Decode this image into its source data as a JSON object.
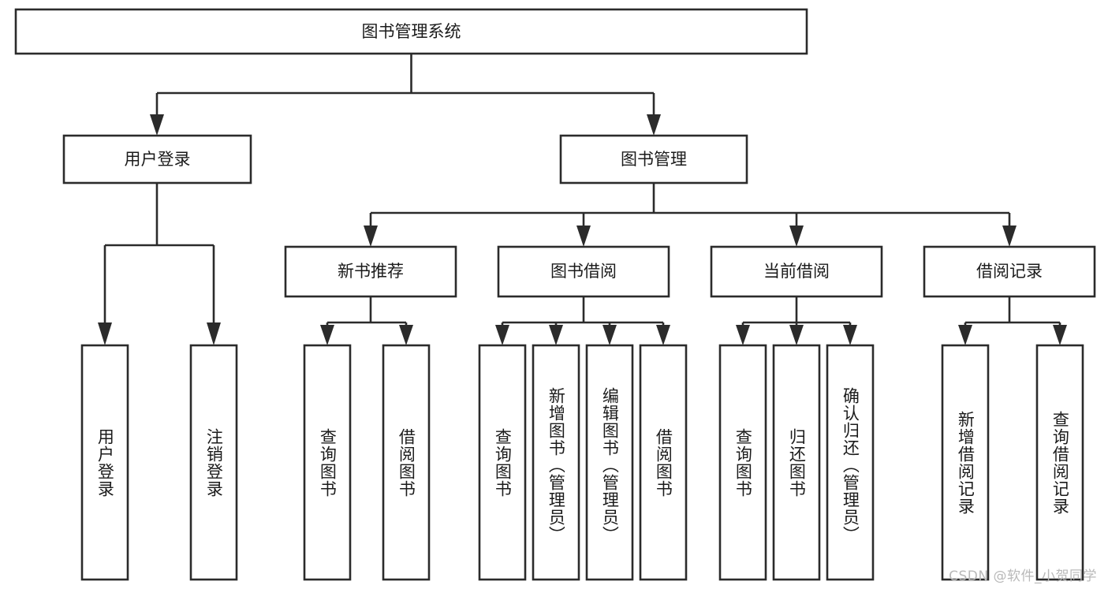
{
  "diagram": {
    "title_node": {
      "label": "图书管理系统"
    },
    "level2": [
      {
        "id": "user-login",
        "label": "用户登录"
      },
      {
        "id": "book-manage",
        "label": "图书管理"
      }
    ],
    "level3": [
      {
        "id": "new-book-recommend",
        "label": "新书推荐"
      },
      {
        "id": "book-borrow",
        "label": "图书借阅"
      },
      {
        "id": "current-borrow",
        "label": "当前借阅"
      },
      {
        "id": "borrow-record",
        "label": "借阅记录"
      }
    ],
    "leaves": {
      "user_login": [
        {
          "id": "leaf-user-login",
          "label": "用户登录"
        },
        {
          "id": "leaf-logout-login",
          "label": "注销登录"
        }
      ],
      "new_book_recommend": [
        {
          "id": "leaf-query-book-1",
          "label": "查询图书"
        },
        {
          "id": "leaf-borrow-book-1",
          "label": "借阅图书"
        }
      ],
      "book_borrow": [
        {
          "id": "leaf-query-book-2",
          "label": "查询图书"
        },
        {
          "id": "leaf-add-book",
          "label": "新增图书（管理员）"
        },
        {
          "id": "leaf-edit-book",
          "label": "编辑图书（管理员）"
        },
        {
          "id": "leaf-borrow-book-2",
          "label": "借阅图书"
        }
      ],
      "current_borrow": [
        {
          "id": "leaf-query-book-3",
          "label": "查询图书"
        },
        {
          "id": "leaf-return-book",
          "label": "归还图书"
        },
        {
          "id": "leaf-confirm-return",
          "label": "确认归还（管理员）"
        }
      ],
      "borrow_record": [
        {
          "id": "leaf-add-record",
          "label": "新增借阅记录"
        },
        {
          "id": "leaf-query-record",
          "label": "查询借阅记录"
        }
      ]
    }
  },
  "watermark": {
    "text": "CSDN @软件_小贺同学"
  },
  "colors": {
    "box_stroke": "#2b2b2b",
    "box_fill": "#ffffff",
    "text": "#1b1b1b",
    "watermark": "#b9b9b9",
    "background": "#ffffff"
  }
}
